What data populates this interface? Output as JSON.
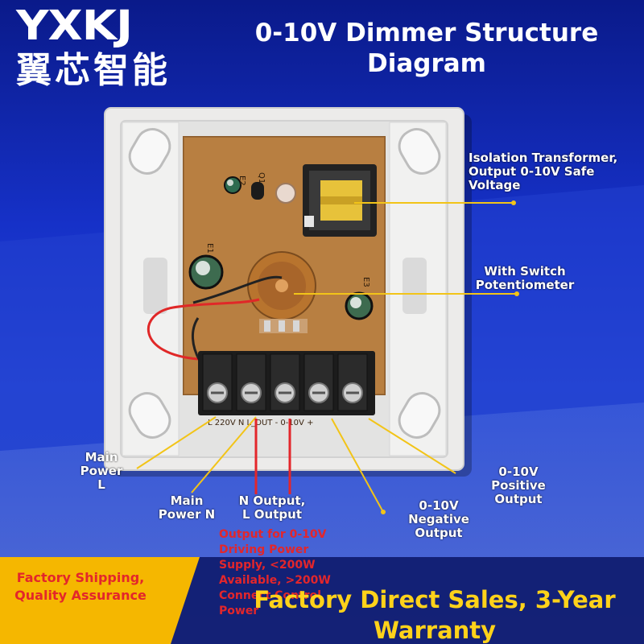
{
  "logo": {
    "brand": "YXKJ",
    "chinese": "翼芯智能"
  },
  "title": {
    "line1": "0-10V Dimmer Structure",
    "line2": "Diagram"
  },
  "board_marks": {
    "e2": "E2",
    "q1": "Q1",
    "e1": "E1",
    "e3": "E3",
    "terminal_text": "L  220V  N   L_OUT   -  0-10V  +"
  },
  "callouts": {
    "isolation_transformer": "Isolation Transformer, Output 0-10V Safe Voltage",
    "switch_potentiometer": "With Switch Potentiometer",
    "main_power_l": "Main Power L",
    "main_power_n": "Main Power N",
    "n_output_l": "N Output, L Output",
    "positive_output": "0-10V Positive Output",
    "negative_output": "0-10V Negative Output"
  },
  "red_note": "Output for 0-10V Driving Power Supply, <200W Available, >200W Connect Control Power",
  "bottom": {
    "left_text": "Factory Shipping, Quality Assurance",
    "warranty": "Factory Direct Sales, 3-Year Warranty"
  },
  "colors": {
    "background": "#1a36c9",
    "plate": "#ecebea",
    "pcb": "#b27a3e",
    "terminal": "#1c1c1c",
    "callout_line": "#f2c418",
    "red_line": "#e3262b",
    "yellow": "#f5b700",
    "warranty_text": "#ffd21a"
  }
}
